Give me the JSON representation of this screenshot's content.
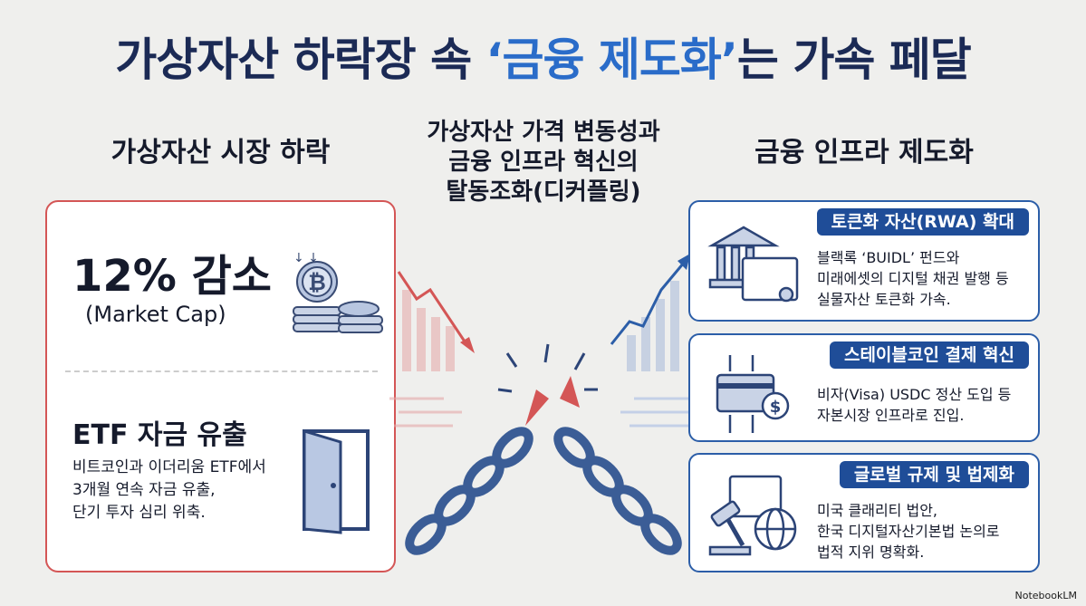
{
  "title": {
    "pre": "가상자산 하락장 속 ",
    "highlight": "‘금융 제도화’",
    "post": "는 가속 페달"
  },
  "left": {
    "heading": "가상자산 시장 하락",
    "stat": "12% 감소",
    "stat_sub": "(Market Cap)",
    "etf_title": "ETF 자금 유출",
    "etf_lines": [
      "비트코인과 이더리움 ETF에서",
      "3개월 연속 자금 유출,",
      "단기 투자 심리 위축."
    ]
  },
  "center": {
    "lines": [
      "가상자산 가격 변동성과",
      "금융 인프라 혁신의",
      "탈동조화(디커플링)"
    ]
  },
  "right": {
    "heading": "금융 인프라 제도화",
    "cards": [
      {
        "label": "토큰화 자산(RWA) 확대",
        "lines": [
          "블랙록 ‘BUIDL’ 펀드와",
          "미래에셋의 디지털 채권 발행 등",
          "실물자산 토큰화 가속."
        ],
        "icon": "bank-certificate-icon"
      },
      {
        "label": "스테이블코인 결제 혁신",
        "lines": [
          "비자(Visa) USDC 정산 도입 등",
          "자본시장 인프라로 진입."
        ],
        "icon": "card-coin-icon"
      },
      {
        "label": "글로벌 규제 및 법제화",
        "lines": [
          "미국 클래리티 법안,",
          "한국 디지털자산기본법 논의로",
          "법적 지위 명확화."
        ],
        "icon": "gavel-globe-icon"
      }
    ]
  },
  "colors": {
    "title": "#1b2a55",
    "highlight": "#2a6cc9",
    "down": "#d45656",
    "up": "#2c5ea8",
    "chain": "#3b5d96"
  },
  "credit": "NotebookLM"
}
